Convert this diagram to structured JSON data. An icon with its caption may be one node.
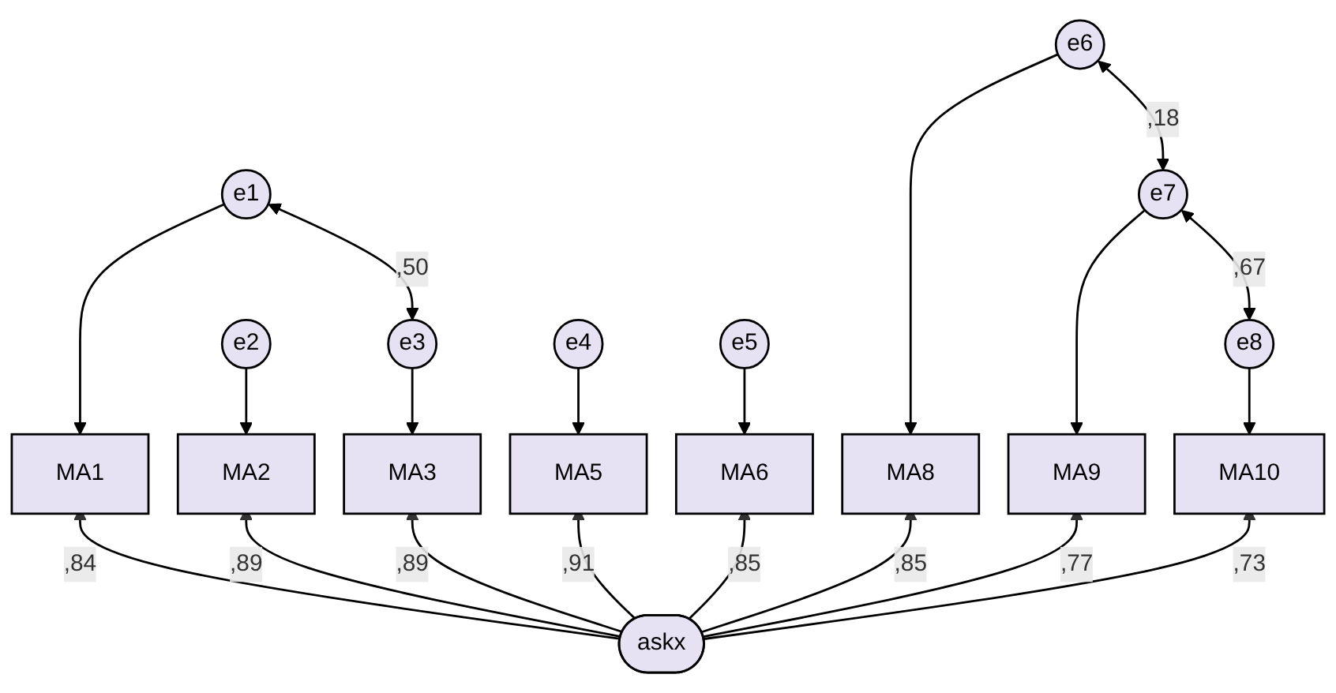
{
  "diagram": {
    "nodes": [
      {
        "text": [
          "e1"
        ]
      },
      {
        "text": [
          "e2"
        ]
      },
      {
        "text": [
          "e3"
        ]
      },
      {
        "text": [
          "e4"
        ]
      },
      {
        "text": [
          "e5"
        ]
      },
      {
        "text": [
          "e6"
        ]
      },
      {
        "text": [
          "e7"
        ]
      },
      {
        "text": [
          "e8"
        ]
      },
      {
        "text": [
          "MA1"
        ]
      },
      {
        "text": [
          "MA2"
        ]
      },
      {
        "text": [
          "MA3"
        ]
      },
      {
        "text": [
          "MA5"
        ]
      },
      {
        "text": [
          "MA6"
        ]
      },
      {
        "text": [
          "MA8"
        ]
      },
      {
        "text": [
          "MA9"
        ]
      },
      {
        "text": [
          "MA10"
        ]
      },
      {
        "text": [
          "askx"
        ]
      }
    ],
    "edges": [
      {
        "from": 0,
        "to": 8,
        "arrow": "to"
      },
      {
        "from": 1,
        "to": 9,
        "arrow": "to"
      },
      {
        "from": 2,
        "to": 10,
        "arrow": "to"
      },
      {
        "from": 3,
        "to": 11,
        "arrow": "to"
      },
      {
        "from": 4,
        "to": 12,
        "arrow": "to"
      },
      {
        "from": 5,
        "to": 13,
        "arrow": "to"
      },
      {
        "from": 6,
        "to": 14,
        "arrow": "to"
      },
      {
        "from": 7,
        "to": 15,
        "arrow": "to"
      },
      {
        "from": 16,
        "to": 8,
        "arrow": "to",
        "label": ",84"
      },
      {
        "from": 16,
        "to": 9,
        "arrow": "to",
        "label": ",89"
      },
      {
        "from": 16,
        "to": 10,
        "arrow": "to",
        "label": ",89"
      },
      {
        "from": 16,
        "to": 11,
        "arrow": "to",
        "label": ",91"
      },
      {
        "from": 16,
        "to": 12,
        "arrow": "to",
        "label": ",85"
      },
      {
        "from": 16,
        "to": 13,
        "arrow": "to",
        "label": ",85"
      },
      {
        "from": 16,
        "to": 14,
        "arrow": "to",
        "label": ",77"
      },
      {
        "from": 16,
        "to": 15,
        "arrow": "to",
        "label": ",73"
      },
      {
        "from": 0,
        "to": 2,
        "arrow": "both",
        "label": ",50"
      },
      {
        "from": 5,
        "to": 6,
        "arrow": "both",
        "label": ",18"
      },
      {
        "from": 6,
        "to": 7,
        "arrow": "both",
        "label": ",67"
      }
    ]
  }
}
